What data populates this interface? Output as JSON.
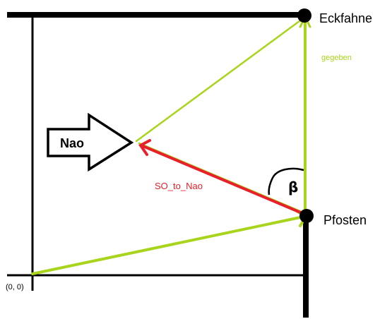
{
  "labels": {
    "corner_flag": "Eckfahne",
    "post": "Pfosten",
    "given": "gegeben",
    "vector": "SO_to_Nao",
    "robot": "Nao",
    "angle": "β",
    "origin": "(0, 0)"
  },
  "colors": {
    "field_lines": "#000000",
    "green_lines": "#a8d51c",
    "red_vector": "#e8202a",
    "given_text": "#a8d51c",
    "vector_text": "#e8202a"
  }
}
